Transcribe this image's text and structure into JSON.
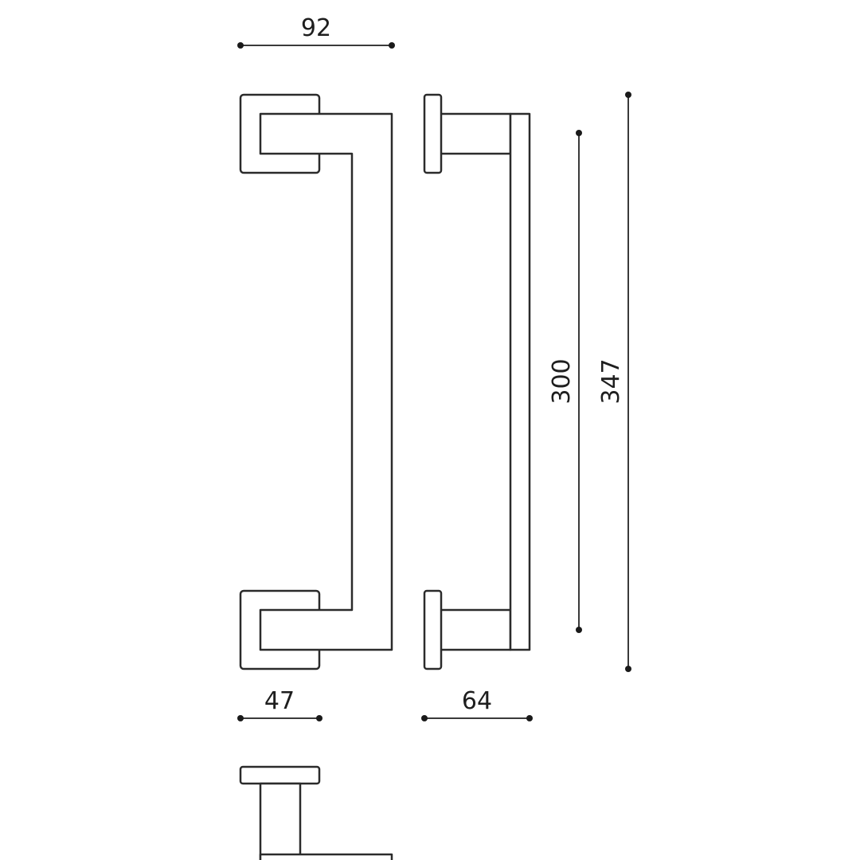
{
  "drawing": {
    "line_color": "#2b2b2b",
    "background": "#ffffff",
    "views": [
      "front-view",
      "side-view",
      "top-view"
    ]
  },
  "dimensions": {
    "width_overall": "92",
    "rose_width": "47",
    "projection": "64",
    "center_distance": "300",
    "overall_length": "347"
  }
}
